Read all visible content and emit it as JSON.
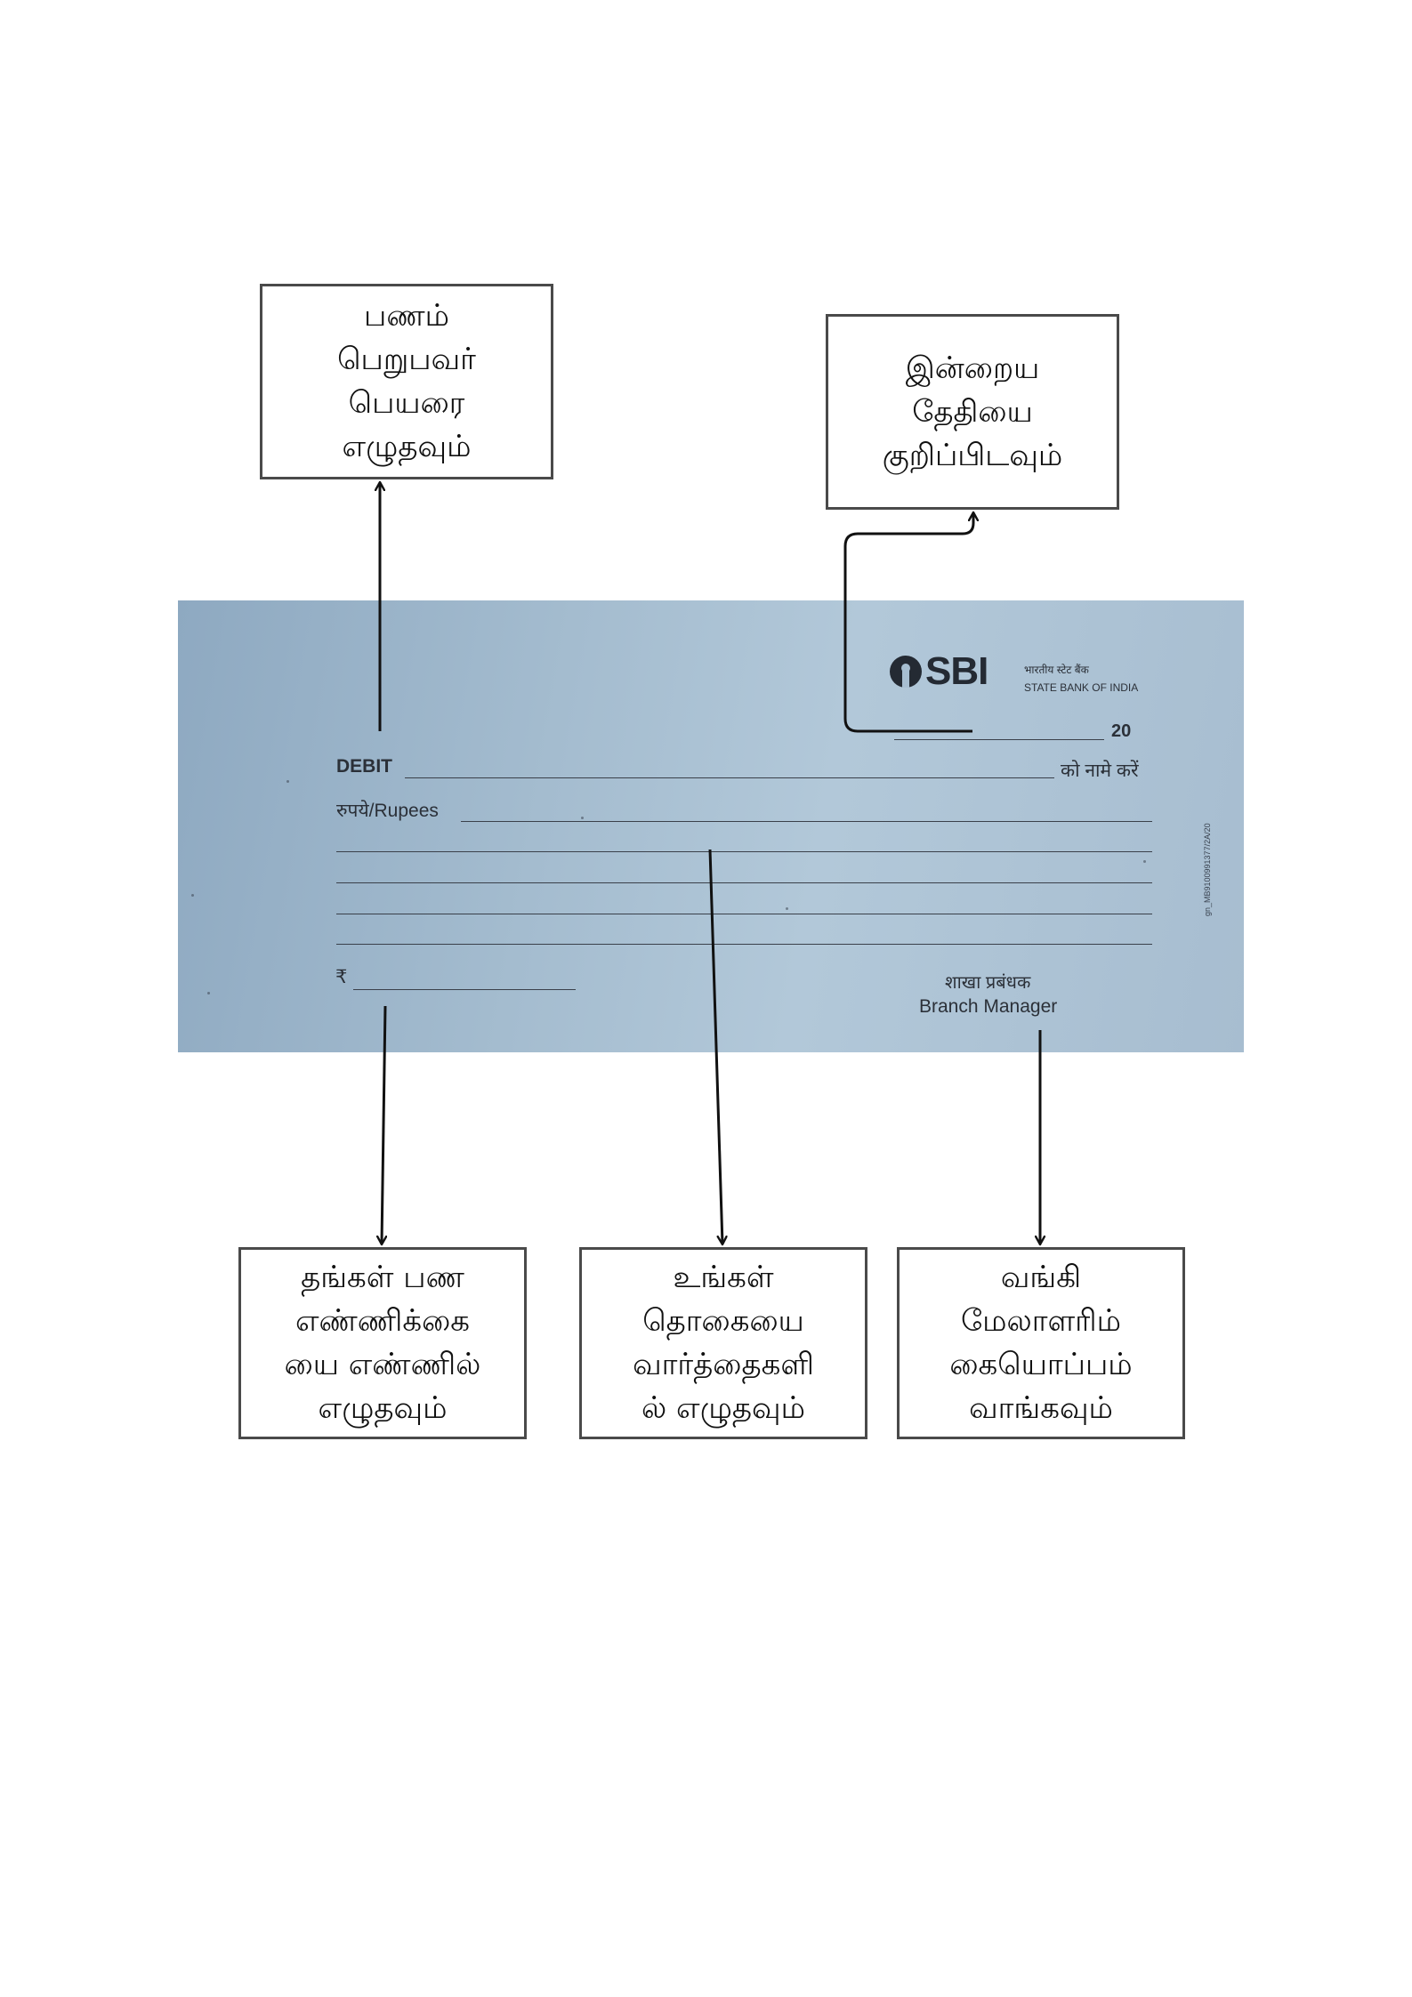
{
  "callouts": {
    "payee": "பணம்\nபெறுபவர்\nபெயரை\nஎழுதவும்",
    "date": "இன்றைய\nதேதியை\nகுறிப்பிடவும்",
    "amount_figures": "தங்கள் பண\nஎண்ணிக்கை\nயை எண்ணில்\nஎழுதவும்",
    "amount_words": "உங்கள்\nதொகையை\nவார்த்தைகளி\nல் எழுதவும்",
    "manager_sign": "வங்கி\nமேலாளரிம்\nகையொப்பம்\nவாங்கவும்"
  },
  "slip": {
    "bank_logo": "SBI",
    "bank_name_hindi": "भारतीय स्टेट बैंक",
    "bank_name_english": "STATE BANK OF INDIA",
    "year_prefix": "20",
    "debit_label": "DEBIT",
    "debit_suffix_hindi": "को नामे करें",
    "rupees_label": "रुपये/Rupees",
    "currency_symbol": "₹",
    "branch_manager_hindi": "शाखा प्रबंधक",
    "branch_manager_english": "Branch Manager",
    "form_code": "gn_MB9100991377/2A/20"
  },
  "colors": {
    "slip_background": "#a4bccf",
    "box_border": "#4a4a4a",
    "arrow": "#111111"
  }
}
